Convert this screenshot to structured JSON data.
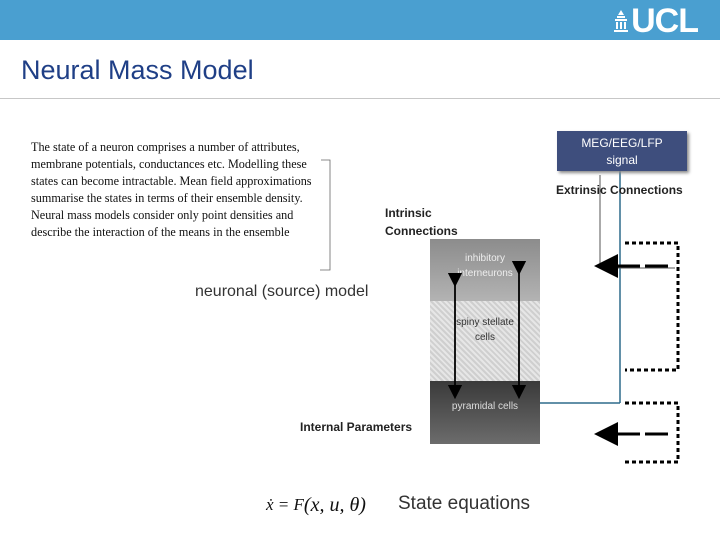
{
  "header": {
    "logo_text": "UCL"
  },
  "slide": {
    "title": "Neural Mass Model",
    "intro": "The state of a neuron comprises a number of attributes, membrane potentials, conductances etc. Modelling these states can become intractable. Mean field approximations summarise the states in terms of their ensemble density. Neural mass models consider only point densities and describe the interaction of the means in the ensemble"
  },
  "diagram": {
    "model_label": "neuronal (source) model",
    "state_label": "State equations",
    "intrinsic_line1": "Intrinsic",
    "intrinsic_line2": "Connections",
    "extrinsic_label": "Extrinsic Connections",
    "params_label": "Internal Parameters",
    "signal_line1": "MEG/EEG/LFP",
    "signal_line2": "signal",
    "cells": {
      "inhibitory_line1": "inhibitory",
      "inhibitory_line2": "interneurons",
      "spiny_line1": "spiny stellate",
      "spiny_line2": "cells",
      "pyramidal": "pyramidal cells"
    },
    "equation": {
      "lhs": "ẋ",
      "eq": "= F",
      "args": "(x, u, θ)"
    }
  },
  "colors": {
    "bar": "#4a9fd0",
    "title": "#1f3f86",
    "signal_box": "#3e4e7d",
    "link_line": "#2e6b8c"
  }
}
